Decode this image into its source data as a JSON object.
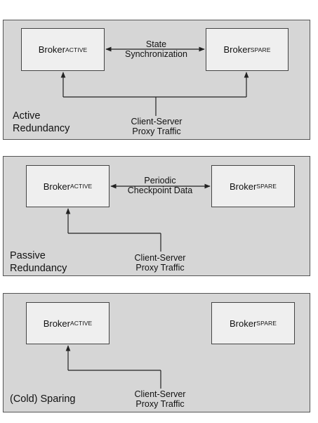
{
  "diagram": {
    "panels": [
      {
        "mode_label": [
          "Active",
          "Redundancy"
        ],
        "active_broker": {
          "name": "Broker",
          "sub": "ACTIVE"
        },
        "spare_broker": {
          "name": "Broker",
          "sub": "SPARE"
        },
        "link_label": [
          "State",
          "Synchronization"
        ],
        "traffic_label": [
          "Client-Server",
          "Proxy Traffic"
        ]
      },
      {
        "mode_label": [
          "Passive",
          "Redundancy"
        ],
        "active_broker": {
          "name": "Broker",
          "sub": "ACTIVE"
        },
        "spare_broker": {
          "name": "Broker",
          "sub": "SPARE"
        },
        "link_label": [
          "Periodic",
          "Checkpoint Data"
        ],
        "traffic_label": [
          "Client-Server",
          "Proxy Traffic"
        ]
      },
      {
        "mode_label": [
          "(Cold) Sparing"
        ],
        "active_broker": {
          "name": "Broker",
          "sub": "ACTIVE"
        },
        "spare_broker": {
          "name": "Broker",
          "sub": "SPARE"
        },
        "traffic_label": [
          "Client-Server",
          "Proxy Traffic"
        ]
      }
    ],
    "colors": {
      "panel_fill": "#d6d6d6",
      "box_fill": "#efefef",
      "line": "#222222"
    }
  }
}
